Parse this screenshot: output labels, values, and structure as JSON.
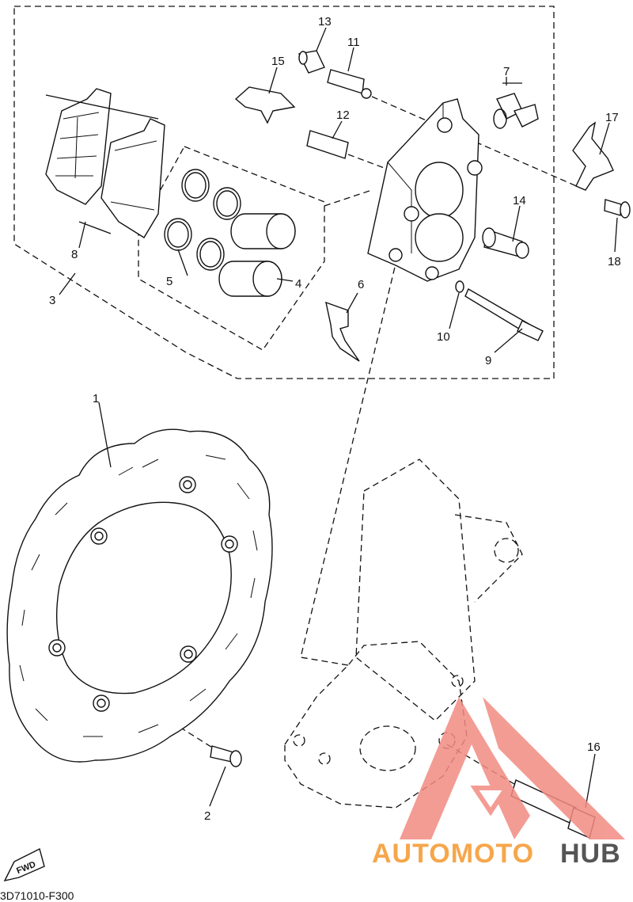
{
  "diagram": {
    "callouts": [
      {
        "id": "c1",
        "label": "1"
      },
      {
        "id": "c2",
        "label": "2"
      },
      {
        "id": "c3",
        "label": "3"
      },
      {
        "id": "c4",
        "label": "4"
      },
      {
        "id": "c5",
        "label": "5"
      },
      {
        "id": "c6",
        "label": "6"
      },
      {
        "id": "c7",
        "label": "7"
      },
      {
        "id": "c8",
        "label": "8"
      },
      {
        "id": "c9",
        "label": "9"
      },
      {
        "id": "c10",
        "label": "10"
      },
      {
        "id": "c11",
        "label": "11"
      },
      {
        "id": "c12",
        "label": "12"
      },
      {
        "id": "c13",
        "label": "13"
      },
      {
        "id": "c14",
        "label": "14"
      },
      {
        "id": "c15",
        "label": "15"
      },
      {
        "id": "c16",
        "label": "16"
      },
      {
        "id": "c17",
        "label": "17"
      },
      {
        "id": "c18",
        "label": "18"
      }
    ],
    "fwd_label": "FWD",
    "diagram_code": "3D71010-F300"
  },
  "watermark": {
    "part1": "AUTOMOTO",
    "part2": "HUB",
    "colors": {
      "triangle": "#f28b82",
      "text_orange": "#f6a64a",
      "text_gray": "#555555"
    }
  }
}
